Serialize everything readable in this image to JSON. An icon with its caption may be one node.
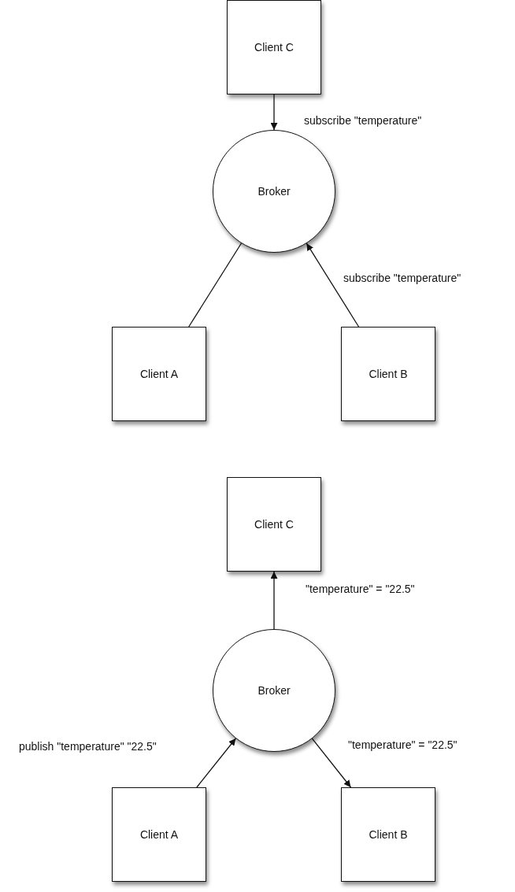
{
  "diagram": {
    "nodes": [
      {
        "text": [
          "Client C"
        ]
      },
      {
        "text": [
          "Broker"
        ]
      },
      {
        "text": [
          "Client A"
        ]
      },
      {
        "text": [
          "Client B"
        ]
      },
      {
        "text": [
          "Client C"
        ]
      },
      {
        "text": [
          "Broker"
        ]
      },
      {
        "text": [
          "Client A"
        ]
      },
      {
        "text": [
          "Client B"
        ]
      }
    ],
    "edges": [
      {
        "from": 0,
        "to": 1,
        "arrow": "to",
        "label": "subscribe \"temperature\""
      },
      {
        "from": 2,
        "to": 1,
        "arrow": "none"
      },
      {
        "from": 3,
        "to": 1,
        "arrow": "to",
        "label": "subscribe \"temperature\""
      },
      {
        "from": 5,
        "to": 4,
        "arrow": "to",
        "label": "\"temperature\" = \"22.5\""
      },
      {
        "from": 6,
        "to": 5,
        "arrow": "to",
        "label": "publish \"temperature\" \"22.5\""
      },
      {
        "from": 5,
        "to": 7,
        "arrow": "to",
        "label": "\"temperature\" = \"22.5\""
      }
    ]
  }
}
